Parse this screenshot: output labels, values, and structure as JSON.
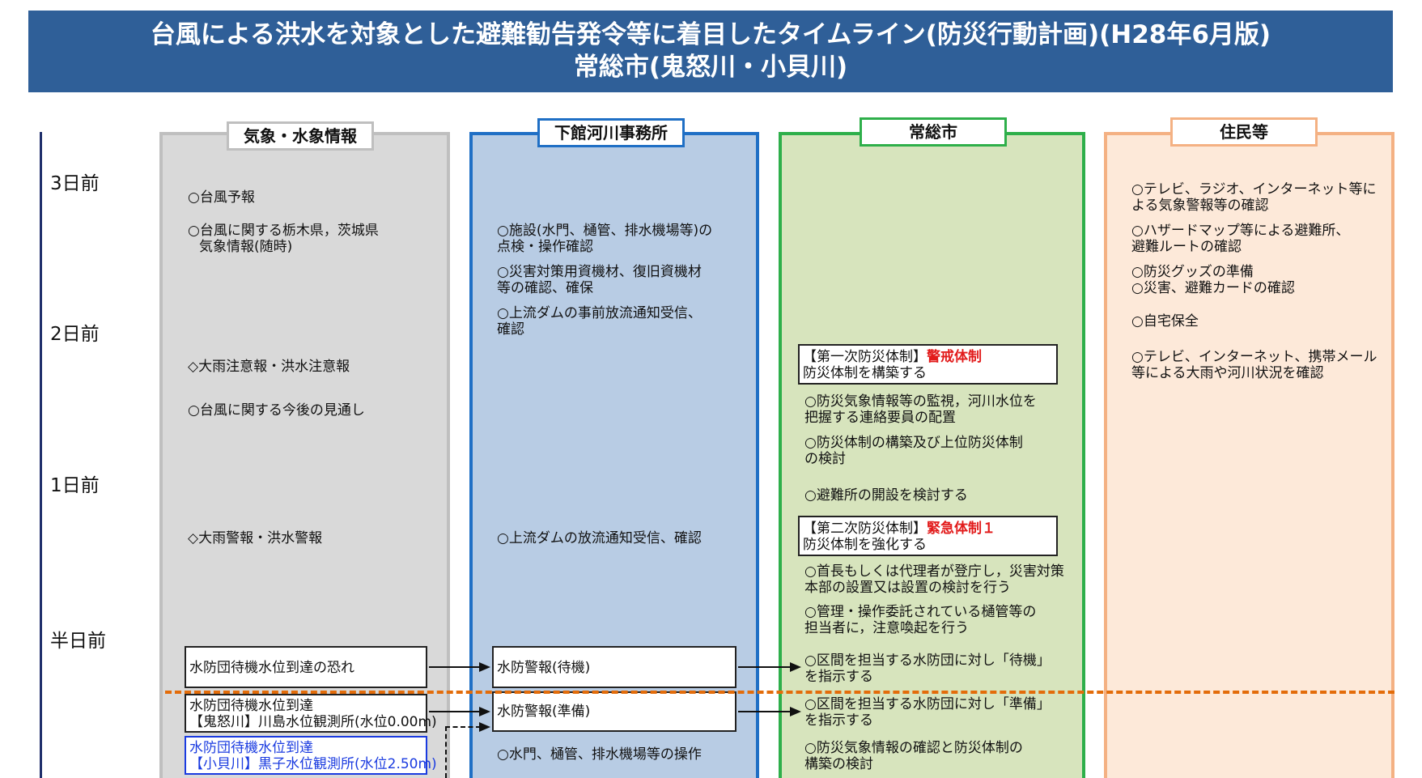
{
  "title": {
    "line1": "台風による洪水を対象とした避難勧告発令等に着目したタイムライン(防災行動計画)(H28年6月版)",
    "line2": "常総市(鬼怒川・小貝川)"
  },
  "timeline": [
    "3日前",
    "2日前",
    "1日前",
    "半日前"
  ],
  "columns": {
    "weather": {
      "header": "気象・水象情報",
      "items": [
        "○台風予報",
        "○台風に関する栃木県，茨城県",
        "気象情報(随時)",
        "◇大雨注意報・洪水注意報",
        "○台風に関する今後の見通し",
        "◇大雨警報・洪水警報"
      ],
      "box1": "水防団待機水位到達の恐れ",
      "box2": [
        "水防団待機水位到達",
        "【鬼怒川】川島水位観測所(水位0.00m)"
      ],
      "box3": [
        "水防団待機水位到達",
        "【小貝川】黒子水位観測所(水位2.50m)"
      ]
    },
    "office": {
      "header": "下館河川事務所",
      "items": [
        "○施設(水門、樋管、排水機場等)の",
        "点検・操作確認",
        "○災害対策用資機材、復旧資機材",
        "等の確認、確保",
        "○上流ダムの事前放流通知受信、",
        "確認",
        "○上流ダムの放流通知受信、確認",
        "○水門、樋管、排水機場等の操作"
      ],
      "box1": "水防警報(待機)",
      "box2": "水防警報(準備)"
    },
    "city": {
      "header": "常総市",
      "stage1": {
        "prefix": "【第一次防災体制】",
        "status": "警戒体制",
        "desc": "防災体制を構築する"
      },
      "stage2": {
        "prefix": "【第二次防災体制】",
        "status": "緊急体制１",
        "desc": "防災体制を強化する"
      },
      "items": [
        "○防災気象情報等の監視，河川水位を",
        "把握する連絡要員の配置",
        "○防災体制の構築及び上位防災体制",
        "の検討",
        "○避難所の開設を検討する",
        "○首長もしくは代理者が登庁し，災害対策",
        "本部の設置又は設置の検討を行う",
        "○管理・操作委託されている樋管等の",
        "担当者に，注意喚起を行う",
        "○区間を担当する水防団に対し「待機」",
        "を指示する",
        "○区間を担当する水防団に対し「準備」",
        "を指示する",
        "○防災気象情報の確認と防災体制の",
        "構築の検討"
      ]
    },
    "residents": {
      "header": "住民等",
      "items": [
        "○テレビ、ラジオ、インターネット等に",
        "よる気象警報等の確認",
        "○ハザードマップ等による避難所、",
        "避難ルートの確認",
        "○防災グッズの準備",
        "○災害、避難カードの確認",
        "○自宅保全",
        "○テレビ、インターネット、携帯メール",
        "等による大雨や河川状況を確認"
      ]
    }
  },
  "colors": {
    "title_bg": "#2f5f98",
    "weather_bg": "#d9d9d9",
    "office_bg": "#b8cce4",
    "city_bg": "#d7e4bd",
    "residents_bg": "#fde9d9",
    "alert_red": "#e21b1b",
    "divider_orange": "#e36c0a"
  }
}
